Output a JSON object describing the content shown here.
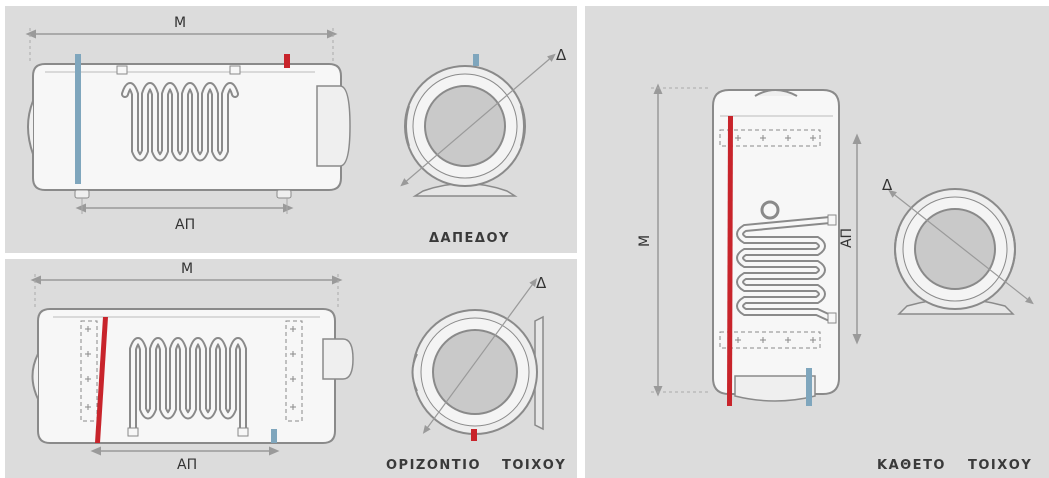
{
  "horizontal_floor": {
    "length_label": "M",
    "coil_span_label": "ΑΠ",
    "diameter_label": "Δ",
    "caption": "ΔΑΠΕΔΟΥ"
  },
  "horizontal_wall": {
    "length_label": "M",
    "coil_span_label": "ΑΠ",
    "diameter_label": "Δ",
    "caption_left": "ΟΡΙΖΟΝΤΙΟ",
    "caption_right": "ΤΟΙΧΟΥ"
  },
  "vertical_wall": {
    "height_label": "M",
    "coil_span_label": "ΑΠ",
    "diameter_label": "Δ",
    "caption_left": "ΚΑΘΕΤΟ",
    "caption_right": "ΤΟΙΧΟΥ"
  },
  "colors": {
    "panel_bg": "#dcdcdc",
    "tank_fill": "#f7f7f7",
    "outline": "#8a8a8a",
    "dim_line": "#9a9a9a",
    "hot_pipe": "#c8242b",
    "cold_pipe": "#7fa6bd",
    "circle_inner": "#c9c9c9"
  }
}
